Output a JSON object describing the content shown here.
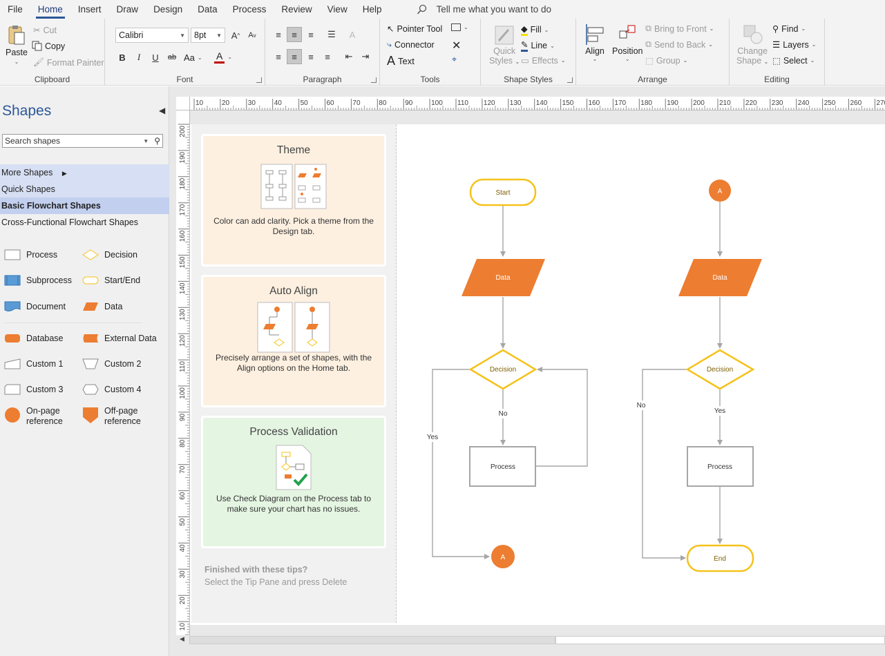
{
  "menu": {
    "items": [
      "File",
      "Home",
      "Insert",
      "Draw",
      "Design",
      "Data",
      "Process",
      "Review",
      "View",
      "Help"
    ],
    "active": "Home",
    "tell_me": "Tell me what you want to do"
  },
  "ribbon": {
    "clipboard": {
      "title": "Clipboard",
      "paste": "Paste",
      "cut": "Cut",
      "copy": "Copy",
      "format_painter": "Format Painter"
    },
    "font": {
      "title": "Font",
      "family": "Calibri",
      "size": "8pt",
      "bold": "B",
      "italic": "I",
      "underline": "U",
      "strike": "ab",
      "case": "Aa",
      "color": "A",
      "grow": "A",
      "shrink": "A"
    },
    "paragraph": {
      "title": "Paragraph"
    },
    "tools": {
      "title": "Tools",
      "pointer": "Pointer Tool",
      "connector": "Connector",
      "text": "Text"
    },
    "shape_styles": {
      "title": "Shape Styles",
      "quick_styles_1": "Quick",
      "quick_styles_2": "Styles",
      "fill": "Fill",
      "line": "Line",
      "effects": "Effects"
    },
    "arrange": {
      "title": "Arrange",
      "align": "Align",
      "position": "Position",
      "bring_front": "Bring to Front",
      "send_back": "Send to Back",
      "group": "Group"
    },
    "editing": {
      "title": "Editing",
      "change_shape_1": "Change",
      "change_shape_2": "Shape",
      "find": "Find",
      "layers": "Layers",
      "select": "Select"
    }
  },
  "shapes_pane": {
    "title": "Shapes",
    "search_placeholder": "Search shapes",
    "stencils": [
      "More Shapes",
      "Quick Shapes",
      "Basic Flowchart Shapes",
      "Cross-Functional Flowchart Shapes"
    ],
    "shapes": {
      "process": "Process",
      "decision": "Decision",
      "subprocess": "Subprocess",
      "start_end": "Start/End",
      "document": "Document",
      "data": "Data",
      "database": "Database",
      "external_data": "External Data",
      "custom1": "Custom 1",
      "custom2": "Custom 2",
      "custom3": "Custom 3",
      "custom4": "Custom 4",
      "onpage_1": "On-page",
      "onpage_2": "reference",
      "offpage_1": "Off-page",
      "offpage_2": "reference"
    }
  },
  "ruler": {
    "top": [
      "10",
      "20",
      "30",
      "40",
      "50",
      "60",
      "70",
      "80",
      "90",
      "100",
      "110",
      "120",
      "130",
      "140",
      "150",
      "160",
      "170",
      "180",
      "190",
      "200",
      "210",
      "220",
      "230",
      "240",
      "250",
      "260",
      "270"
    ],
    "left": [
      "200",
      "190",
      "180",
      "170",
      "160",
      "150",
      "140",
      "130",
      "120",
      "110",
      "100",
      "90",
      "80",
      "70",
      "60",
      "50",
      "40",
      "30",
      "20",
      "10"
    ]
  },
  "tips": {
    "theme": {
      "title": "Theme",
      "body": "Color can add clarity. Pick a theme from the Design tab."
    },
    "align": {
      "title": "Auto Align",
      "body": "Precisely arrange a set of shapes, with the Align options on the Home tab."
    },
    "validation": {
      "title": "Process Validation",
      "body": "Use Check Diagram on the Process tab to make sure your chart has no issues."
    },
    "finished_title": "Finished with these tips?",
    "finished_body": "Select the Tip Pane and press Delete"
  },
  "diagram": {
    "left": {
      "start": "Start",
      "data": "Data",
      "decision": "Decision",
      "process": "Process",
      "ref": "A",
      "no": "No",
      "yes": "Yes"
    },
    "right": {
      "ref": "A",
      "data": "Data",
      "decision": "Decision",
      "process": "Process",
      "end": "End",
      "no": "No",
      "yes": "Yes"
    }
  },
  "colors": {
    "accent": "#2b579a",
    "orange": "#ed7d31",
    "yellow": "#f5c21a",
    "gray": "#a6a6a6"
  }
}
